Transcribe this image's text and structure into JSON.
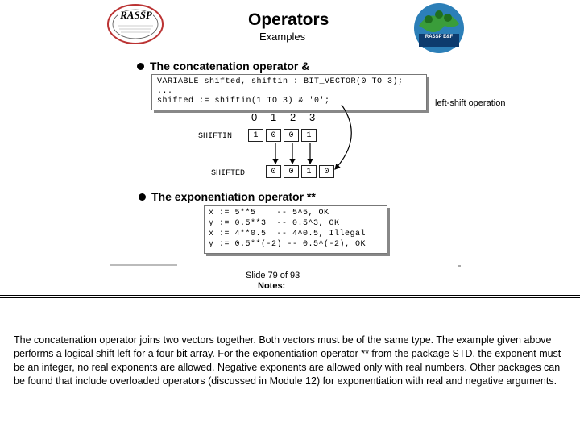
{
  "slide": {
    "title": "Operators",
    "subtitle": "Examples",
    "logo_left_text": "RASSP",
    "logo_right_text": "RASSP E&F",
    "concat": {
      "heading": "The concatenation operator &",
      "code": [
        "VARIABLE shifted, shiftin : BIT_VECTOR(0 TO 3);",
        "...",
        "shifted := shiftin(1 TO 3) & '0';"
      ],
      "annotation": "left-shift operation",
      "indices": [
        "0",
        "1",
        "2",
        "3"
      ],
      "shiftin_label": "SHIFTIN",
      "shiftin_bits": [
        "1",
        "0",
        "0",
        "1"
      ],
      "shifted_label": "SHIFTED",
      "shifted_bits": [
        "0",
        "0",
        "1",
        "0"
      ]
    },
    "expo": {
      "heading": "The exponentiation operator **",
      "code": [
        "x := 5**5    -- 5^5, OK",
        "y := 0.5**3  -- 0.5^3, OK",
        "x := 4**0.5  -- 4^0.5, Illegal",
        "y := 0.5**(-2) -- 0.5^(-2), OK"
      ]
    }
  },
  "footer": {
    "slide_counter": "Slide 79 of 93",
    "notes_label": "Notes:"
  },
  "notes": "The concatenation operator joins two vectors together. Both vectors must be of the same type. The example given above performs a logical shift left for a four bit array. For the exponentiation operator ** from the package STD, the exponent must be an integer, no real exponents are allowed. Negative exponents are allowed only with real numbers. Other packages can be found that include overloaded operators (discussed in Module 12) for exponentiation with real and negative arguments."
}
